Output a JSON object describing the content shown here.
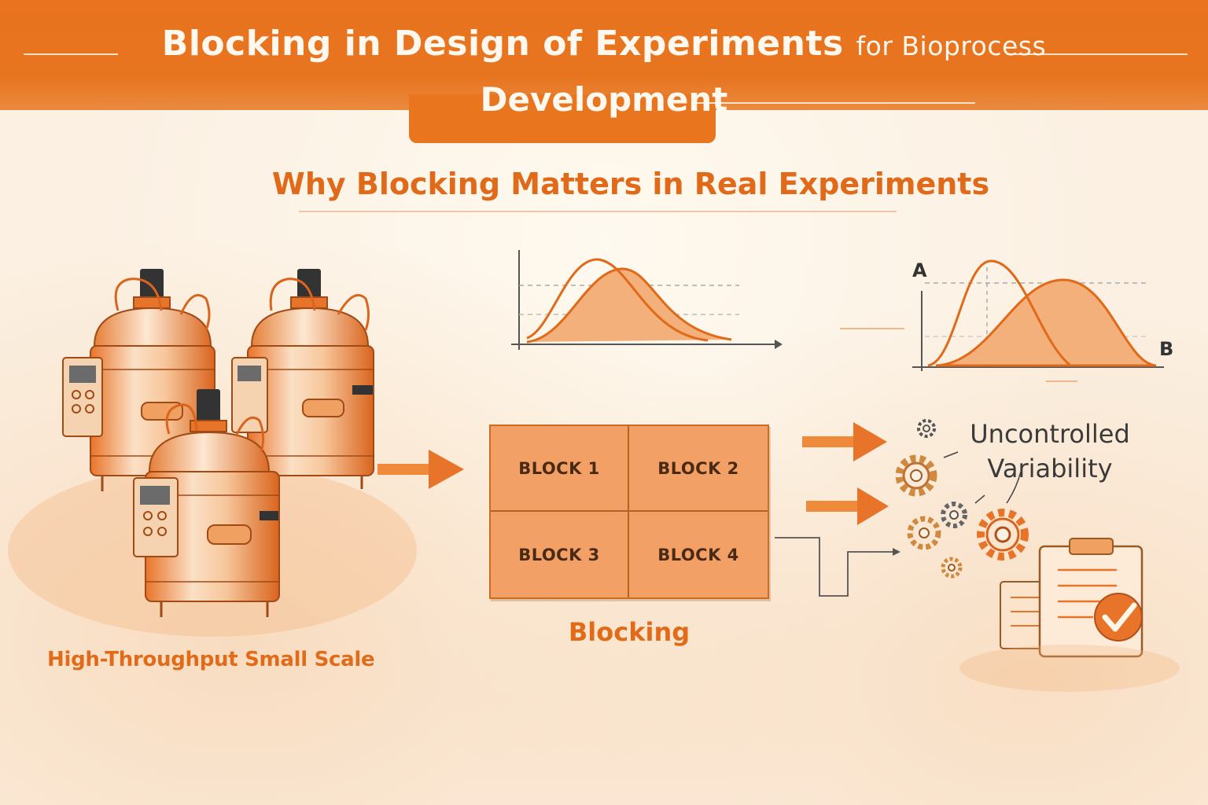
{
  "header": {
    "title_main": "Blocking in Design of Experiments",
    "title_small": "for Bioprocess",
    "title_line2": "Development"
  },
  "subtitle": "Why Blocking Matters in Real Experiments",
  "left_panel": {
    "label": "High-Throughput Small Scale",
    "icon": "bioreactor-icon"
  },
  "blocking_grid": {
    "cells": [
      "BLOCK 1",
      "BLOCK 2",
      "BLOCK 3",
      "BLOCK 4"
    ],
    "label": "Blocking"
  },
  "distribution_right": {
    "axis_a": "A",
    "axis_b": "B"
  },
  "variability": {
    "label_line1": "Uncontrolled",
    "label_line2": "Variability",
    "icons": [
      "gear-icon",
      "clipboard-check-icon"
    ]
  },
  "colors": {
    "accent": "#e9731f",
    "accent_light": "#f2a066",
    "text_dark": "#3a3a3a",
    "background": "#fbf0e2"
  }
}
